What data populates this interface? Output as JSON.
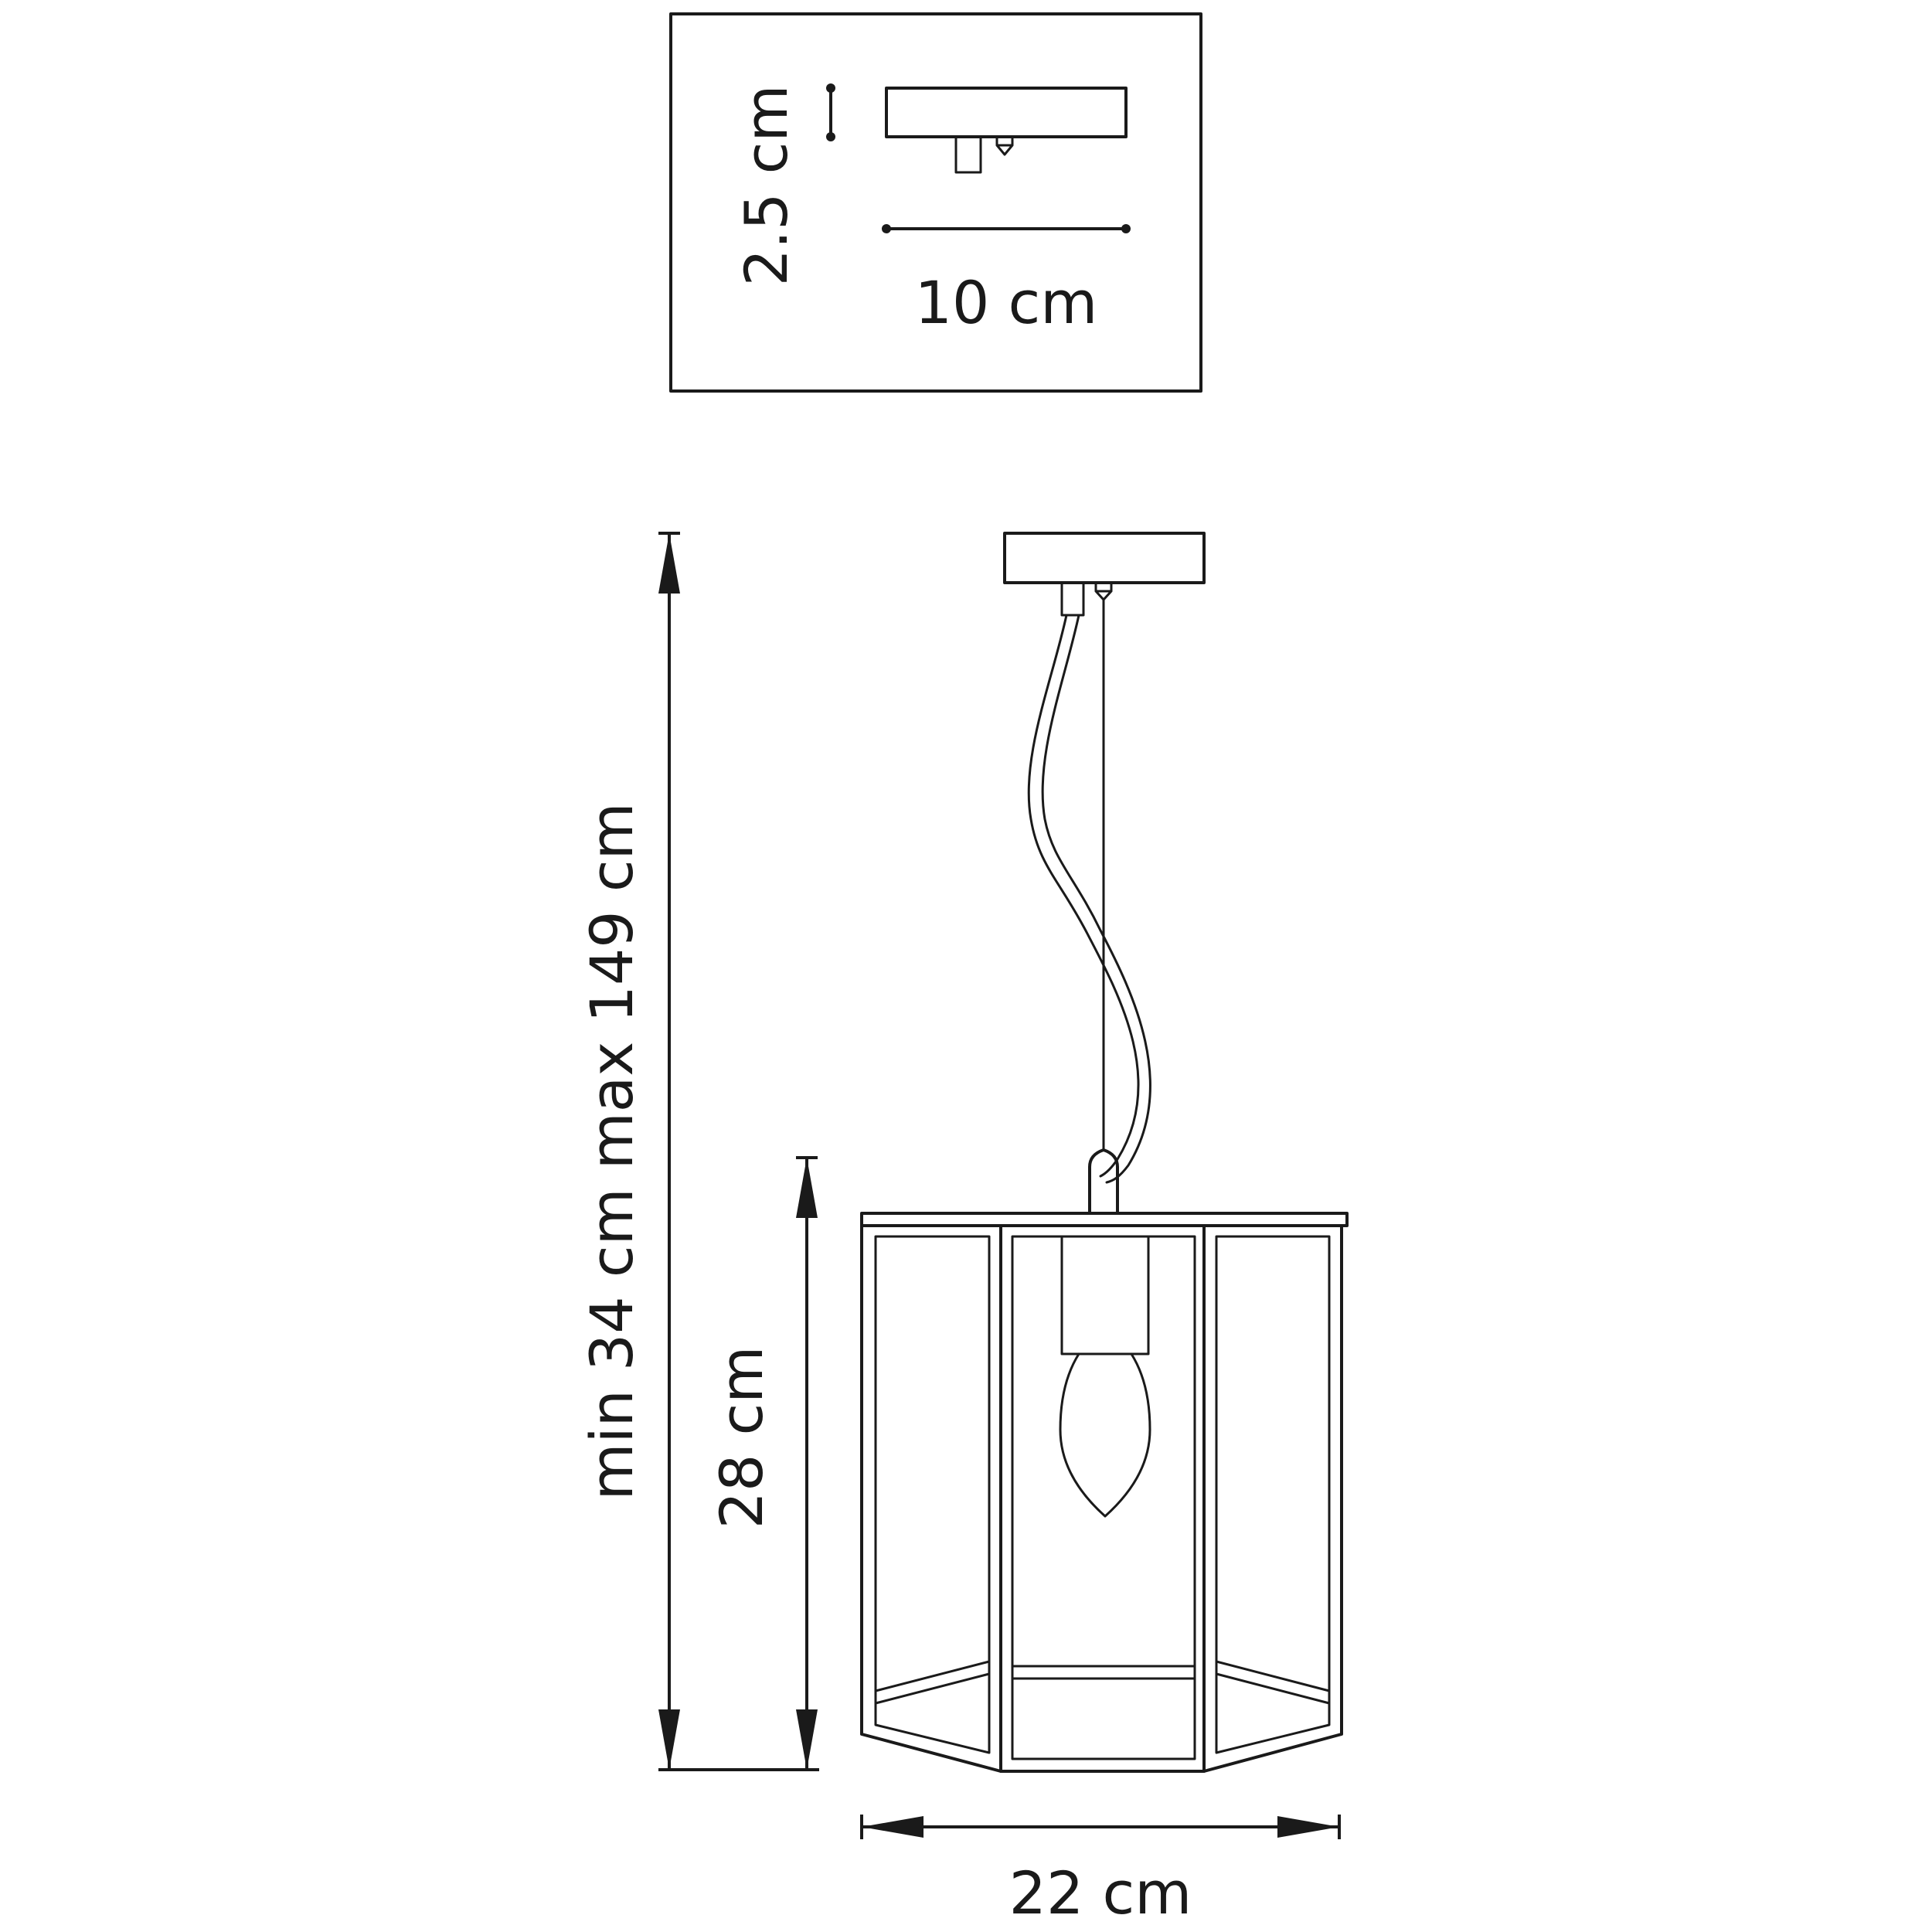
{
  "labels": {
    "canopy_height": "2.5 cm",
    "canopy_width": "10 cm",
    "total_height": "min 34 cm max 149 cm",
    "shade_height": "28 cm",
    "shade_width": "22 cm"
  }
}
